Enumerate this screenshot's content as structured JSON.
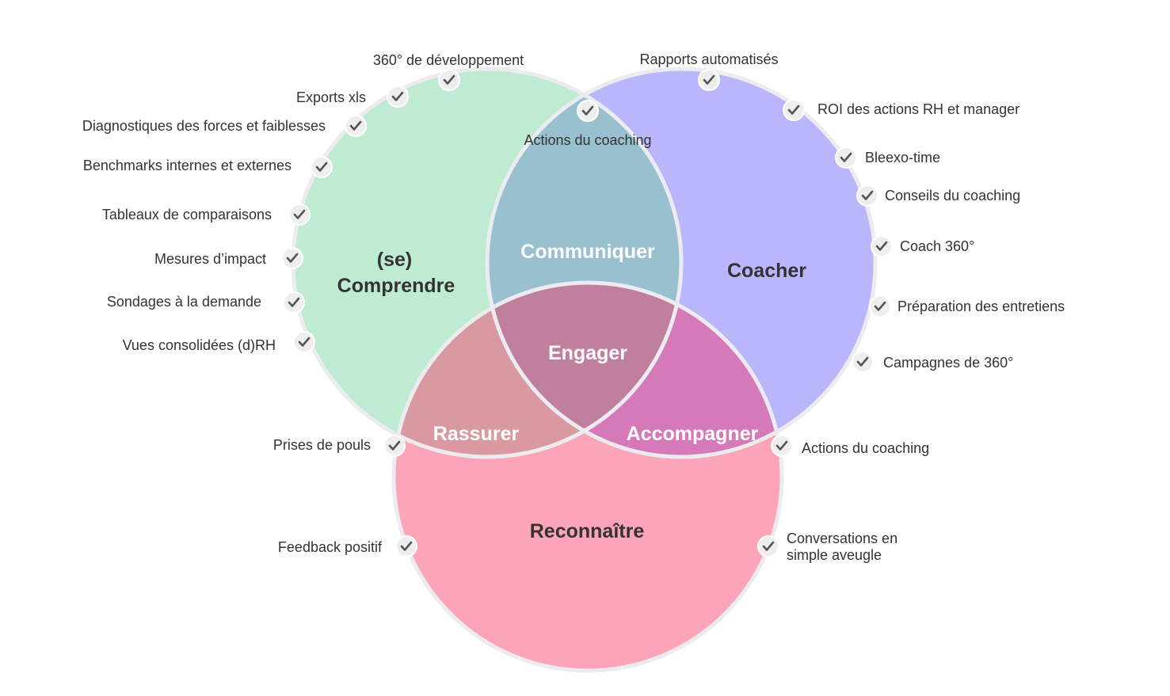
{
  "colors": {
    "comprendre": "#bfebd2",
    "coacher": "#b9b6fb",
    "reconnaitre": "#fca4b8",
    "communiquer": "#99c0cf",
    "rassurer": "#d89aa0",
    "accompagner": "#d679b9",
    "engager": "#c07f9c",
    "outline": "#ececf0",
    "check": "#555555",
    "check_bg": "#eeeeee"
  },
  "circles": {
    "comprendre": {
      "line1": "(se)",
      "line2": "Comprendre"
    },
    "coacher": {
      "label": "Coacher"
    },
    "reconnaitre": {
      "label": "Reconnaître"
    }
  },
  "intersections": {
    "communiquer": "Communiquer",
    "rassurer": "Rassurer",
    "accompagner": "Accompagner",
    "engager": "Engager"
  },
  "features": {
    "left": [
      "360° de développement",
      "Exports xls",
      "Diagnostiques des forces et faiblesses",
      "Benchmarks internes et externes",
      "Tableaux de comparaisons",
      "Mesures d’impact",
      "Sondages à la demande",
      "Vues consolidées (d)RH"
    ],
    "top_center": "Actions du coaching",
    "right": [
      "Rapports automatisés",
      "ROI des actions RH et manager",
      "Bleexo-time",
      "Conseils du coaching",
      "Coach 360°",
      "Préparation des entretiens",
      "Campagnes de 360°"
    ],
    "bottom_left": [
      "Prises de pouls",
      "Feedback positif"
    ],
    "bottom_right": [
      "Actions du coaching",
      "Conversations en",
      "simple aveugle"
    ]
  }
}
